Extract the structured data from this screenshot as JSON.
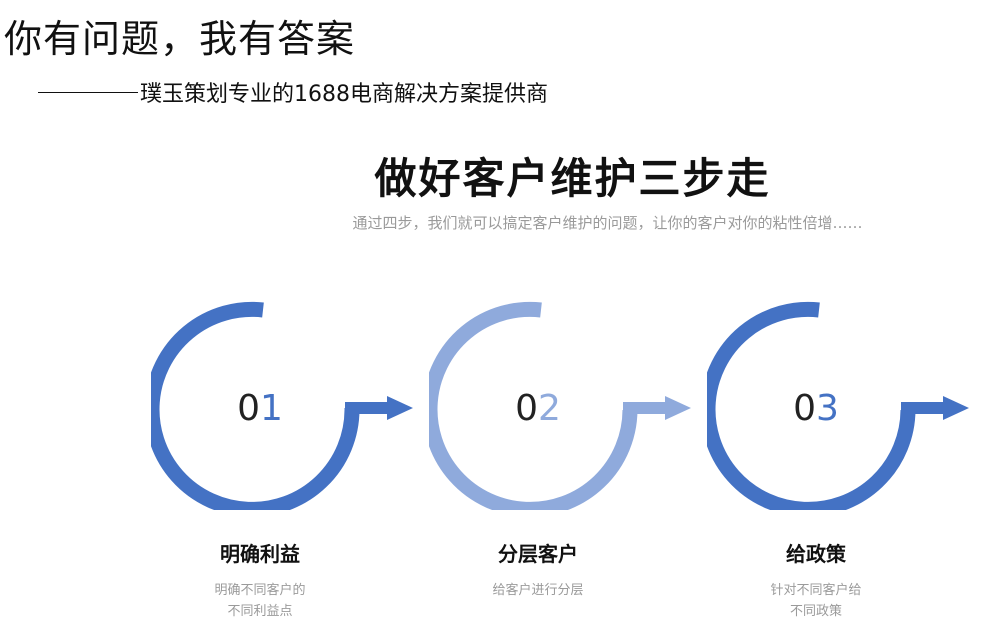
{
  "header": {
    "headline": "你有问题，我有答案",
    "tagline": "璞玉策划专业的1688电商解决方案提供商"
  },
  "main": {
    "title": "做好客户维护三步走",
    "subtitle": "通过四步，我们就可以搞定客户维护的问题，让你的客户对你的粘性倍增……"
  },
  "steps": [
    {
      "num_first": "0",
      "num_second": "1",
      "title": "明确利益",
      "desc": "明确不同客户的不同利益点",
      "color": "#4472c4"
    },
    {
      "num_first": "0",
      "num_second": "2",
      "title": "分层客户",
      "desc": "给客户进行分层",
      "color": "#8faadc"
    },
    {
      "num_first": "0",
      "num_second": "3",
      "title": "给政策",
      "desc": "针对不同客户给不同政策",
      "color": "#4472c4"
    }
  ]
}
